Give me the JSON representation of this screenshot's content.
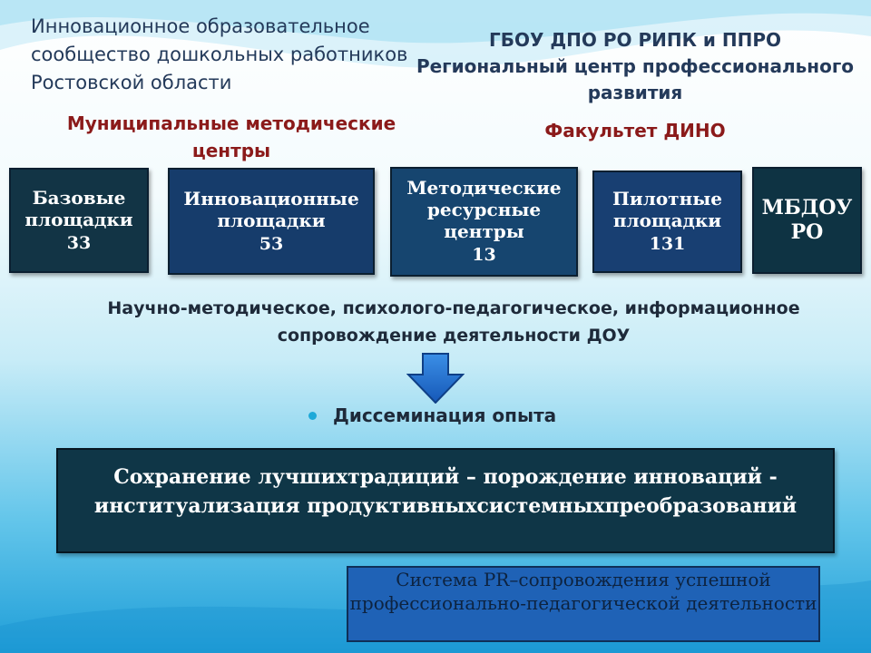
{
  "header": {
    "left_title": "Инновационное образовательное сообщество дошкольных работников Ростовской области",
    "right_org": "ГБОУ ДПО РО РИПК и ППРО",
    "right_center": "Региональный центр профессионального развития"
  },
  "subheaders": {
    "municipal": "Муниципальные методические центры",
    "faculty": "Факультет ДИНО"
  },
  "boxes": [
    {
      "title": "Базовые площадки",
      "count": "33"
    },
    {
      "title": "Инновационные площадки",
      "count": "53"
    },
    {
      "title": "Методические ресурсные центры",
      "count": "13"
    },
    {
      "title": "Пилотные площадки",
      "count": "131"
    },
    {
      "title": "МБДОУ РО",
      "count": ""
    }
  ],
  "support_text": "Научно-методическое, психолого-педагогическое, информационное сопровождение деятельности ДОУ",
  "bullet": "Диссеминация  опыта",
  "main_box": "Сохранение лучшихтрадиций – порождение инноваций  - институализация продуктивныхсистемныхпреобразований",
  "pr_box": "Система PR–сопровождения успешной профессионально-педагогической деятельности",
  "colors": {
    "dark_box": "#123445",
    "blue_box": "#163c6b",
    "accent_red": "#8b1a1a",
    "arrow_blue": "#1a6fd0",
    "pr_box": "#1f62b6"
  }
}
